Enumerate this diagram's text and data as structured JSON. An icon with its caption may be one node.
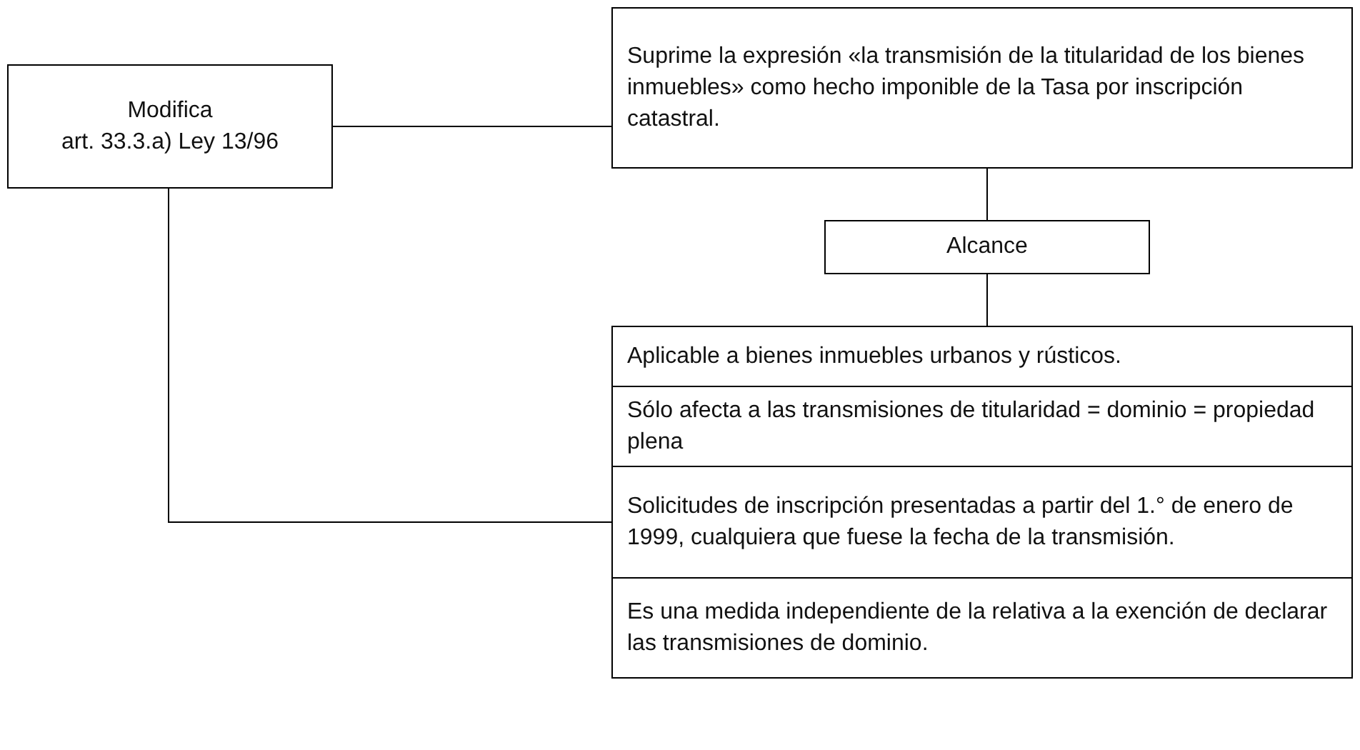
{
  "diagram": {
    "nodes": [
      {
        "text": [
          "Modifica",
          "art. 33.3.a) Ley 13/96"
        ]
      },
      {
        "text": [
          "Suprime la expresión «la transmisión de la titularidad de los bienes inmuebles» como hecho imponible de la Tasa por inscripción catastral."
        ]
      },
      {
        "text": [
          "Alcance"
        ]
      },
      {
        "text": [
          "Aplicable a bienes inmuebles urbanos y rústicos."
        ]
      },
      {
        "text": [
          "Sólo afecta a las transmisiones de titularidad = dominio = propiedad plena"
        ]
      },
      {
        "text": [
          "Solicitudes de inscripción presentadas a partir del 1.° de enero de 1999, cualquiera que fuese la fecha de la transmisión."
        ]
      },
      {
        "text": [
          "Es una medida independiente de la relativa a la exención de declarar las transmisiones de dominio."
        ]
      }
    ],
    "edges": [
      {
        "from": 0,
        "to": 1,
        "arrow": "none"
      },
      {
        "from": 1,
        "to": 2,
        "arrow": "none"
      },
      {
        "from": 2,
        "to": 3,
        "arrow": "none"
      },
      {
        "from": 0,
        "to": 5,
        "arrow": "none"
      }
    ]
  }
}
